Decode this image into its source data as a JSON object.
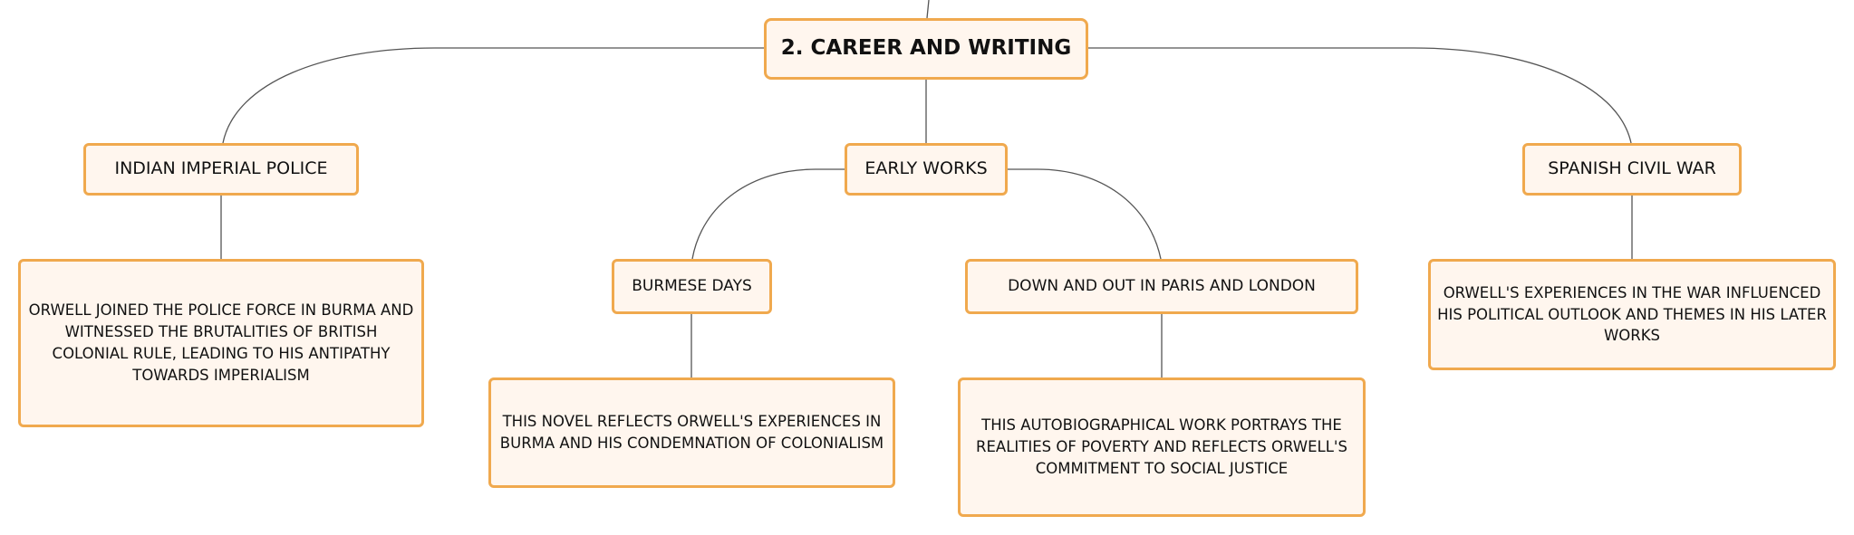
{
  "colors": {
    "node_border": "#f0a94e",
    "node_fill": "#fff6ee",
    "connector": "#555555",
    "text": "#111111"
  },
  "root": {
    "label": "2. CAREER AND WRITING"
  },
  "indian_police": {
    "label": "INDIAN IMPERIAL POLICE",
    "detail": "ORWELL JOINED THE POLICE FORCE IN BURMA AND WITNESSED THE BRUTALITIES OF BRITISH COLONIAL RULE, LEADING TO HIS ANTIPATHY TOWARDS IMPERIALISM"
  },
  "early_works": {
    "label": "EARLY WORKS",
    "burmese_days": {
      "label": "BURMESE DAYS",
      "detail": "THIS NOVEL REFLECTS ORWELL'S EXPERIENCES IN BURMA AND HIS CONDEMNATION OF COLONIALISM"
    },
    "down_and_out": {
      "label": "DOWN AND OUT IN PARIS AND LONDON",
      "detail": "THIS AUTOBIOGRAPHICAL WORK PORTRAYS THE REALITIES OF POVERTY AND REFLECTS ORWELL'S COMMITMENT TO SOCIAL JUSTICE"
    }
  },
  "spanish_war": {
    "label": "SPANISH CIVIL WAR",
    "detail": "ORWELL'S EXPERIENCES IN THE WAR INFLUENCED HIS POLITICAL OUTLOOK AND THEMES IN HIS LATER WORKS"
  }
}
